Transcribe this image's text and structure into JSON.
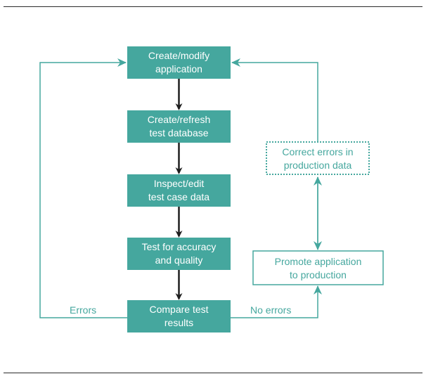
{
  "colors": {
    "teal": "#45a79e",
    "arrow_dark": "#1f1f1f",
    "rule": "#2b2b2b",
    "white": "#ffffff"
  },
  "steps": [
    {
      "line1": "Create/modify",
      "line2": "application"
    },
    {
      "line1": "Create/refresh",
      "line2": "test database"
    },
    {
      "line1": "Inspect/edit",
      "line2": "test case data"
    },
    {
      "line1": "Test for accuracy",
      "line2": "and quality"
    },
    {
      "line1": "Compare test",
      "line2": "results"
    }
  ],
  "promote": {
    "line1": "Promote application",
    "line2": "to production"
  },
  "correct": {
    "line1": "Correct errors in",
    "line2": "production data"
  },
  "edges": {
    "errors": "Errors",
    "no_errors": "No errors"
  }
}
